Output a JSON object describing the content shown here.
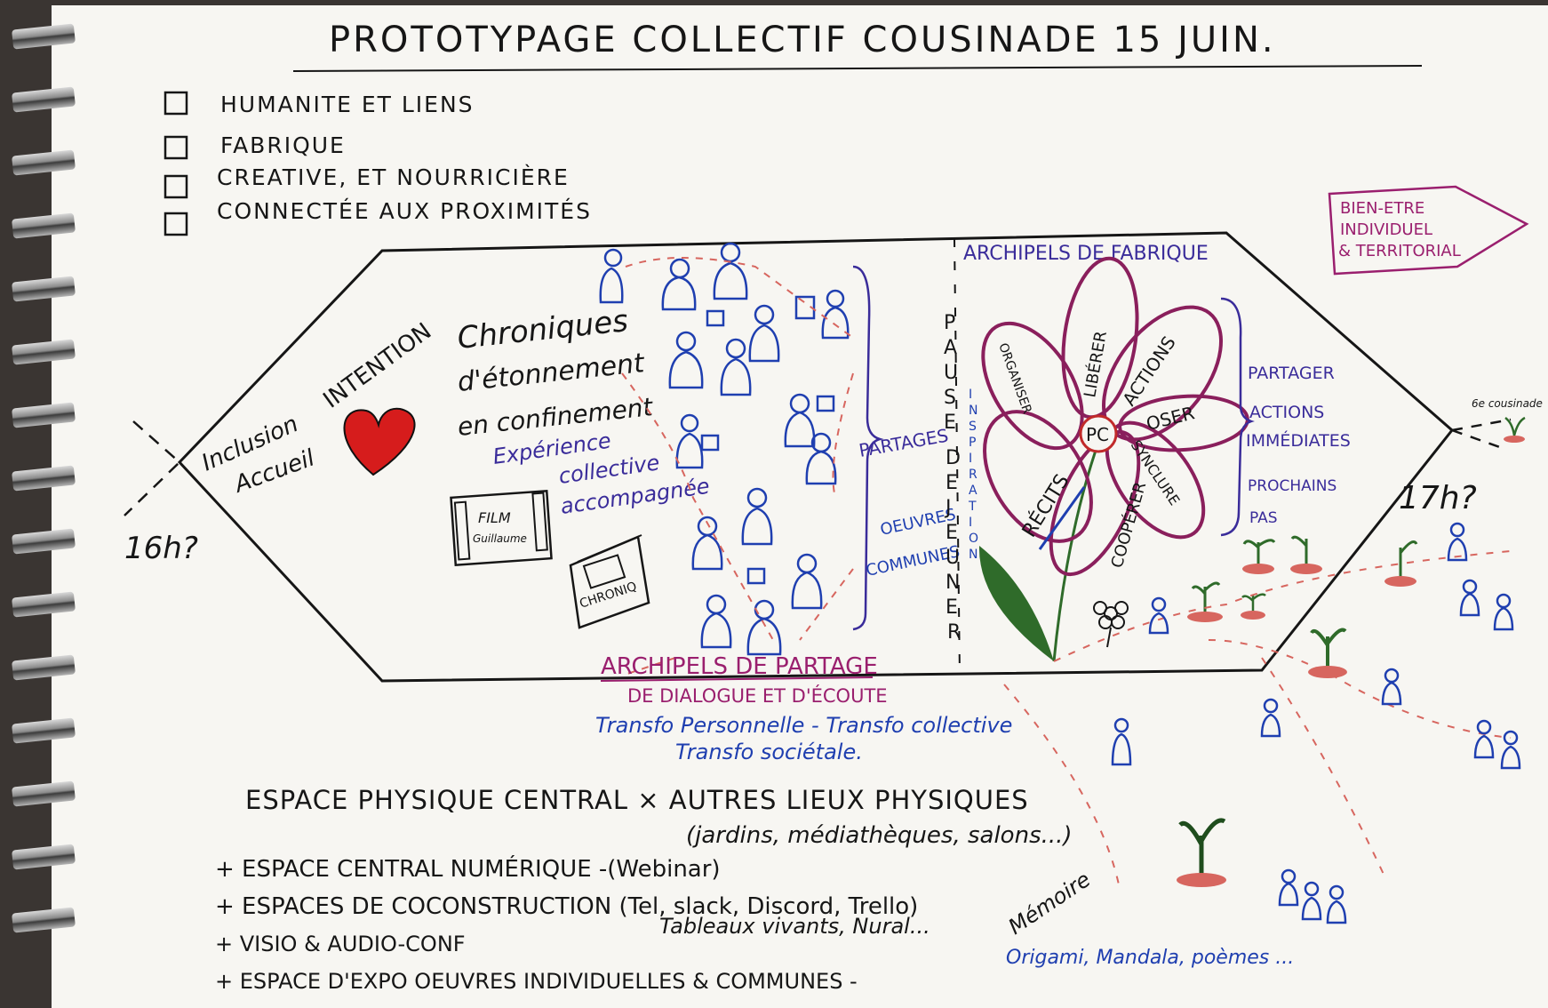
{
  "title": "PROTOTYPAGE COLLECTIF COUSINADE 15 JUIN.",
  "checklist": [
    "HUMANITE ET LIENS",
    "FABRIQUE",
    "CREATIVE, ET NOURRICIÈRE",
    "CONNECTÉE AUX PROXIMITÉS"
  ],
  "side_box": {
    "line1": "BIEN-ETRE",
    "line2": "INDIVIDUEL",
    "line3": "& TERRITORIAL"
  },
  "start_time": "16h?",
  "end_time": "17h?",
  "next_cousinade": "6e cousinade",
  "inclusion": {
    "line1": "Inclusion",
    "line2": "Accueil"
  },
  "intention": "INTENTION",
  "chroniques": {
    "line1": "Chroniques",
    "line2": "d'étonnement",
    "line3": "en confinement"
  },
  "experience": {
    "line1": "Expérience",
    "line2": "collective",
    "line3": "accompagnée"
  },
  "film": {
    "line1": "FILM",
    "line2": "Guillaume"
  },
  "chronique_book": "CHRONIQ",
  "partages": "PARTAGES",
  "oeuvres": {
    "line1": "OEUVRES",
    "line2": "COMMUNES"
  },
  "pause_dejeuner": [
    "P",
    "A",
    "U",
    "S",
    "E",
    "D",
    "E",
    "J",
    "E",
    "U",
    "N",
    "E",
    "R"
  ],
  "inspiration": [
    "I",
    "N",
    "S",
    "P",
    "I",
    "R",
    "A",
    "T",
    "I",
    "O",
    "N"
  ],
  "archipels_fabrique": "ARCHIPELS DE FABRIQUE",
  "flower": {
    "center": "PC",
    "petals": [
      "ORGANISER",
      "LIBÉRER",
      "ACTIONS",
      "OSER",
      "SYNCLURE",
      "COOPÉRER",
      "RÉCITS"
    ]
  },
  "outcomes": {
    "partager": "PARTAGER",
    "actions1": "ACTIONS",
    "actions2": "IMMÉDIATES",
    "prochains1": "PROCHAINS",
    "prochains2": "PAS"
  },
  "archipels_partage": "ARCHIPELS DE PARTAGE",
  "dialogue": "DE DIALOGUE ET D'ÉCOUTE",
  "transfo1": "Transfo Personnelle - Transfo collective",
  "transfo2": "Transfo sociétale.",
  "espaces": {
    "central": "ESPACE PHYSIQUE CENTRAL × AUTRES LIEUX PHYSIQUES",
    "central2": "(jardins, médiathèques, salons...)",
    "numerique": "+ ESPACE CENTRAL NUMÉRIQUE -(Webinar)",
    "coconstruction": "+ ESPACES DE COCONSTRUCTION (Tel, slack, Discord, Trello)",
    "coconstruction2": "Tableaux vivants, Nural...",
    "visio": "+ VISIO & AUDIO-CONF",
    "expo": "+ ESPACE D'EXPO OEUVRES INDIVIDUELLES & COMMUNES -",
    "memoire": "Mémoire",
    "expo2": "Origami, Mandala, poèmes ..."
  },
  "colors": {
    "ink": "#161616",
    "blue": "#1f3fb0",
    "purple": "#3a2c9a",
    "magenta": "#9a1f6e",
    "heart": "#d61c1c",
    "red_dash": "#d7665f",
    "green": "#2f6b2a"
  }
}
